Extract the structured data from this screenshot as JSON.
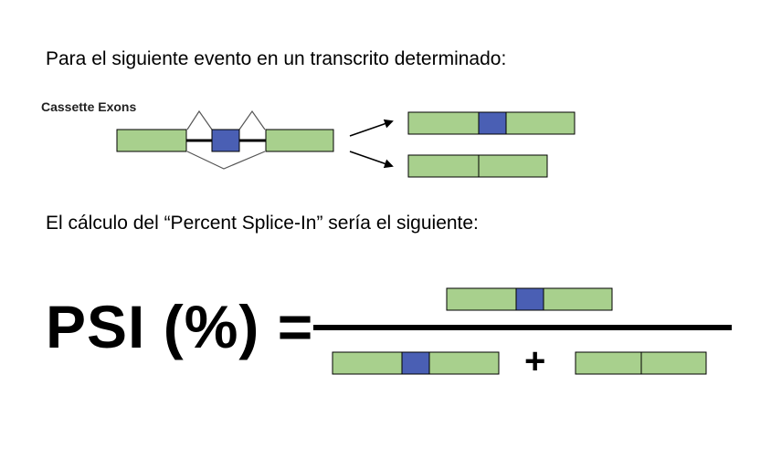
{
  "intro": {
    "text": "Para el siguiente evento en un transcrito determinado:"
  },
  "diagram": {
    "label": "Cassette Exons"
  },
  "psi": {
    "intro": "El cálculo del “Percent Splice-In” sería el siguiente:",
    "label": "PSI (%) =",
    "plus": "+"
  },
  "colors": {
    "exon_constitutive": "#a8d08d",
    "exon_cassette": "#4a5fb4",
    "stroke": "#000000"
  }
}
